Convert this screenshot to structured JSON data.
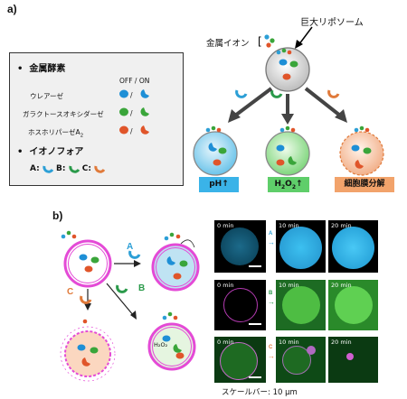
{
  "panel_a": {
    "label": "a)",
    "legend": {
      "enzymes_heading": "金属酵素",
      "off_on": "OFF / ON",
      "enzymes": [
        {
          "name": "ウレアーゼ",
          "sep": "/"
        },
        {
          "name": "ガラクトースオキシダーゼ",
          "sep": "/"
        },
        {
          "name": "ホスホリパーゼA",
          "sub": "2",
          "sep": "/"
        }
      ],
      "ionophore_heading": "イオノフォア",
      "ionophores": [
        "A:",
        "B:",
        "C:"
      ]
    },
    "metal_ion_label": "金属イオン",
    "giant_liposome_label": "巨大リポソーム",
    "outcomes": [
      {
        "label": "pH",
        "arrow": "↑",
        "color": "#3ab3e8"
      },
      {
        "label": "H",
        "sub1": "2",
        "mid": "O",
        "sub2": "2",
        "arrow": "↑",
        "color": "#5fce6a"
      },
      {
        "label": "細胞膜分解",
        "color": "#f2a36b"
      }
    ]
  },
  "panel_b": {
    "label": "b)",
    "arrow_labels": {
      "A": "A",
      "B": "B",
      "C": "C"
    },
    "h2o2_label": "H₂O₂",
    "micro_rows": [
      {
        "times": [
          "0 min",
          "10 min",
          "20 min"
        ],
        "letter": "A"
      },
      {
        "times": [
          "0 min",
          "10 min",
          "20 min"
        ],
        "letter": "B"
      },
      {
        "times": [
          "0 min",
          "10 min",
          "20 min"
        ],
        "letter": "C"
      }
    ],
    "scalebar_caption": "スケールバー: 10 μm"
  },
  "colors": {
    "urease": "#1e8fd6",
    "galactose_oxidase": "#3aa53a",
    "phospholipase": "#e0552a",
    "ionophore_A": "#2c9fd6",
    "ionophore_B": "#2a9a4a",
    "ionophore_C": "#e07a3a"
  }
}
